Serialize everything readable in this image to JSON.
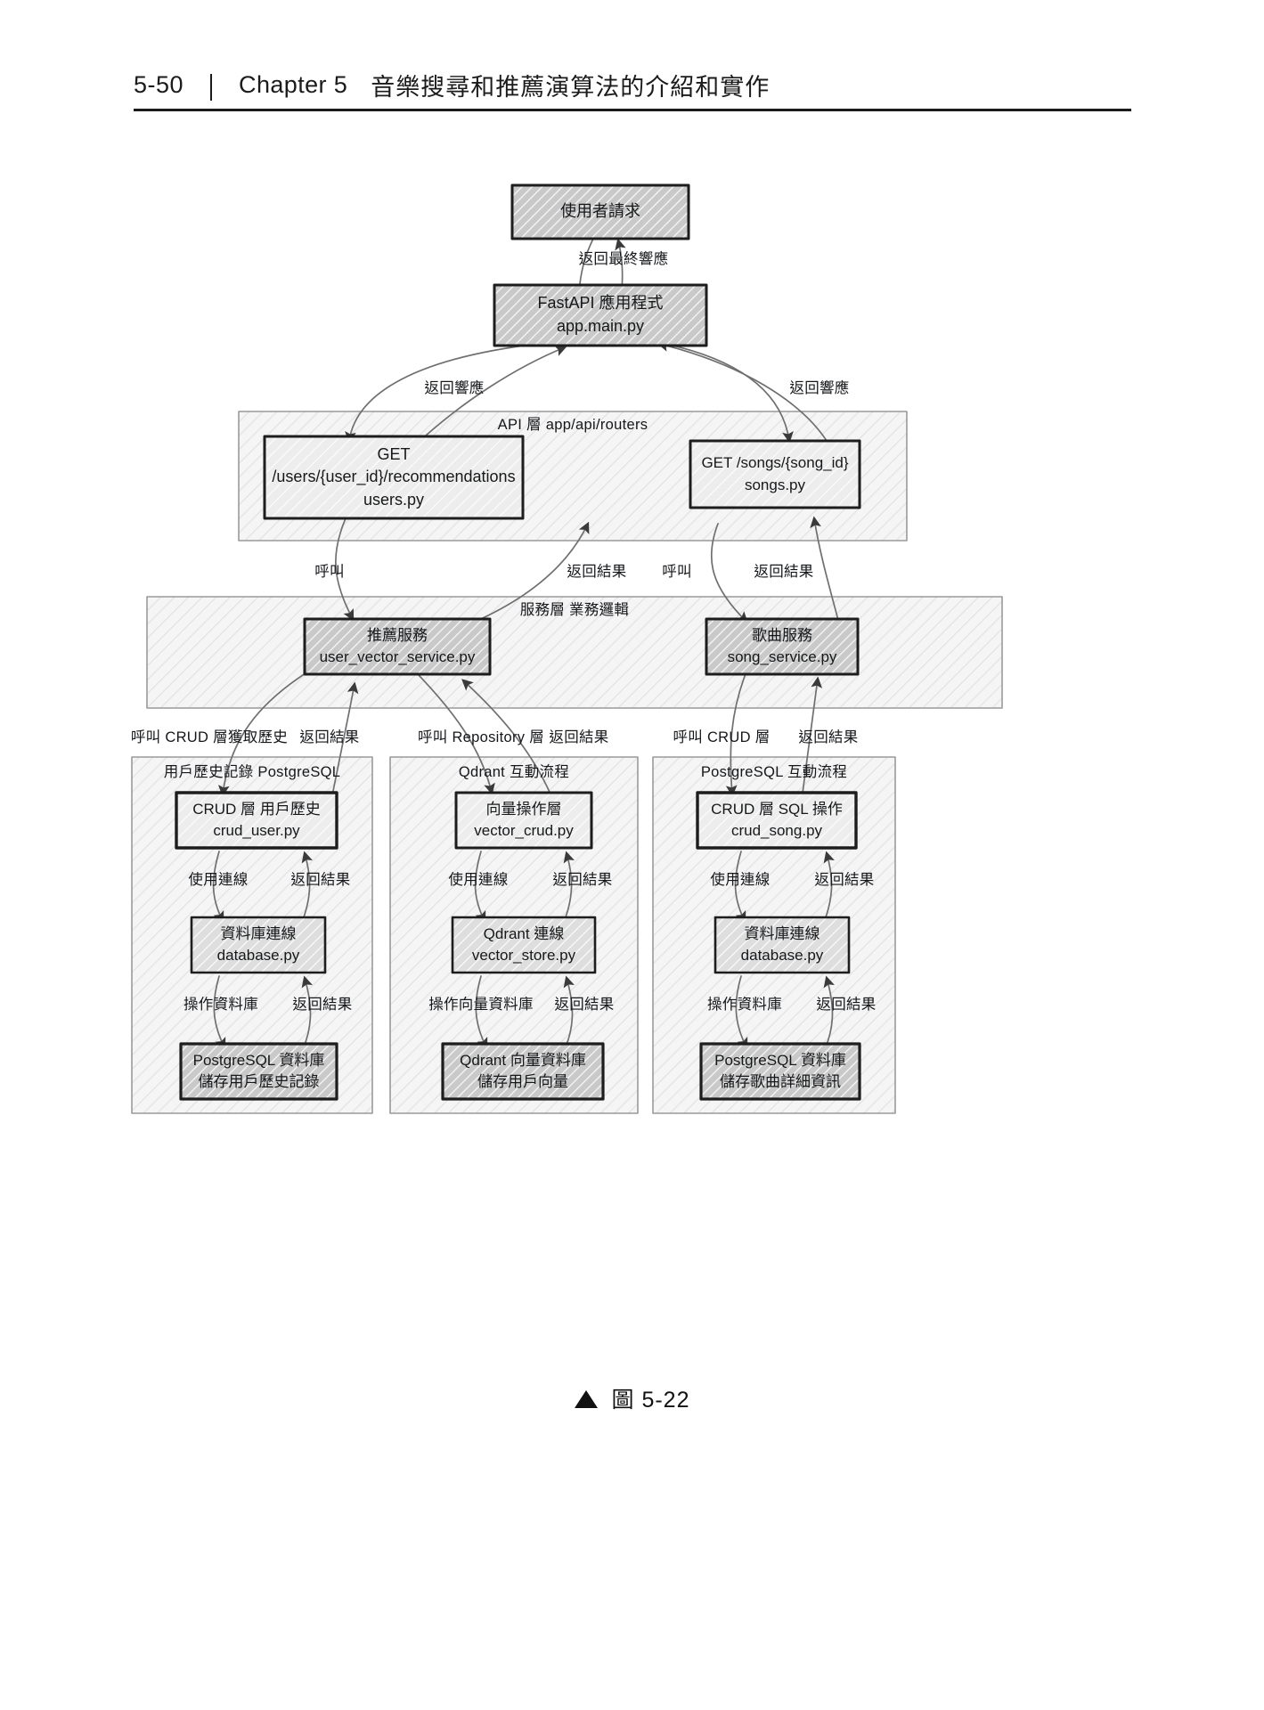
{
  "page": {
    "folio": "5-50",
    "chapter": "Chapter 5",
    "chapter_title": "音樂搜尋和推薦演算法的介紹和實作",
    "caption": "圖 5-22"
  },
  "nodes": {
    "user_request": {
      "line1": "使用者請求"
    },
    "fastapi": {
      "line1": "FastAPI 應用程式",
      "line2": "app.main.py"
    },
    "get_recommendations": {
      "line1": "GET",
      "line2": "/users/{user_id}/recommendations",
      "line3": "users.py"
    },
    "get_song": {
      "line1": "GET /songs/{song_id}",
      "line2": "songs.py"
    },
    "recommend_service": {
      "line1": "推薦服務",
      "line2": "user_vector_service.py"
    },
    "song_service": {
      "line1": "歌曲服務",
      "line2": "song_service.py"
    },
    "crud_user": {
      "line1": "CRUD 層 用戶歷史",
      "line2": "crud_user.py"
    },
    "vector_crud": {
      "line1": "向量操作層",
      "line2": "vector_crud.py"
    },
    "crud_song": {
      "line1": "CRUD 層 SQL 操作",
      "line2": "crud_song.py"
    },
    "db_conn_left": {
      "line1": "資料庫連線",
      "line2": "database.py"
    },
    "qdrant_conn": {
      "line1": "Qdrant 連線",
      "line2": "vector_store.py"
    },
    "db_conn_right": {
      "line1": "資料庫連線",
      "line2": "database.py"
    },
    "pg_user_db": {
      "line1": "PostgreSQL 資料庫",
      "line2": "儲存用戶歷史記錄"
    },
    "qdrant_db": {
      "line1": "Qdrant 向量資料庫",
      "line2": "儲存用戶向量"
    },
    "pg_song_db": {
      "line1": "PostgreSQL 資料庫",
      "line2": "儲存歌曲詳細資訊"
    }
  },
  "clusters": {
    "api_layer": {
      "label": "API 層 app/api/routers"
    },
    "service_layer": {
      "label": "服務層 業務邏輯"
    },
    "user_history": {
      "label": "用戶歷史記錄 PostgreSQL"
    },
    "qdrant_flow": {
      "label": "Qdrant 互動流程"
    },
    "postgres_flow": {
      "label": "PostgreSQL 互動流程"
    }
  },
  "edges": {
    "final_response": "返回最終響應",
    "response_left": "返回響應",
    "response_right": "返回響應",
    "call_left": "呼叫",
    "result_left": "返回結果",
    "call_right": "呼叫",
    "result_right": "返回結果",
    "call_crud_history": "呼叫 CRUD 層獲取歷史",
    "result_crud_history": "返回結果",
    "call_repository": "呼叫 Repository 層",
    "result_repository": "返回結果",
    "call_crud": "呼叫 CRUD 層",
    "result_crud": "返回結果",
    "use_conn_1": "使用連線",
    "result_conn_1": "返回結果",
    "use_conn_2": "使用連線",
    "result_conn_2": "返回結果",
    "use_conn_3": "使用連線",
    "result_conn_3": "返回結果",
    "op_db_1": "操作資料庫",
    "result_db_1": "返回結果",
    "op_vec_db": "操作向量資料庫",
    "result_vec_db": "返回結果",
    "op_db_3": "操作資料庫",
    "result_db_3": "返回結果"
  },
  "colors": {
    "stroke": "#2a2a2a",
    "node_fill_dark": "#c9c9c9",
    "node_fill_light": "#e9e9e9",
    "cluster_fill": "#f3f3f3",
    "edge": "#6b6b6b",
    "page_text": "#1b1b1b"
  }
}
